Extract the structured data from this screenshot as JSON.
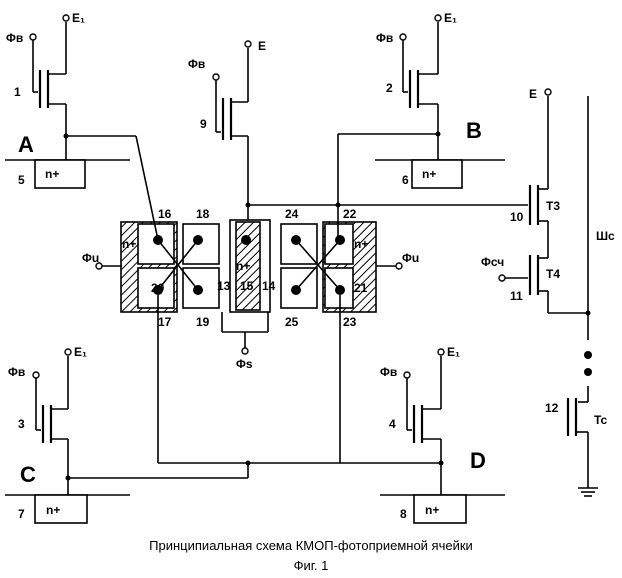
{
  "transistors": [
    {
      "number": "1",
      "gate": "Φв",
      "supply": "E₁",
      "node": "A",
      "diffusion_number": "5",
      "diffusion_label": "n+"
    },
    {
      "number": "2",
      "gate": "Φв",
      "supply": "E₁",
      "node": "B",
      "diffusion_number": "6",
      "diffusion_label": "n+"
    },
    {
      "number": "3",
      "gate": "Φв",
      "supply": "E₁",
      "node": "C",
      "diffusion_number": "7",
      "diffusion_label": "n+"
    },
    {
      "number": "4",
      "gate": "Φв",
      "supply": "E₁",
      "node": "D",
      "diffusion_number": "8",
      "diffusion_label": "n+"
    },
    {
      "number": "9",
      "gate": "Φв",
      "supply": "E"
    }
  ],
  "cell": {
    "contacts": [
      "16",
      "18",
      "24",
      "22",
      "20",
      "17",
      "19",
      "25",
      "23",
      "21"
    ],
    "center_labels": [
      "13",
      "15",
      "14"
    ],
    "n_plus": "n+",
    "phi_u": "Φu",
    "phi_s": "Φs"
  },
  "readout": {
    "t3_number": "10",
    "t3_label": "T3",
    "t4_number": "11",
    "t4_label": "T4",
    "tc_number": "12",
    "tc_label": "Tc",
    "supply": "E",
    "read_gate": "Φсч",
    "bus": "Шс"
  },
  "caption": {
    "line1": "Принципиальная схема КМОП-фотоприемной ячейки",
    "line2": "Фиг. 1"
  }
}
